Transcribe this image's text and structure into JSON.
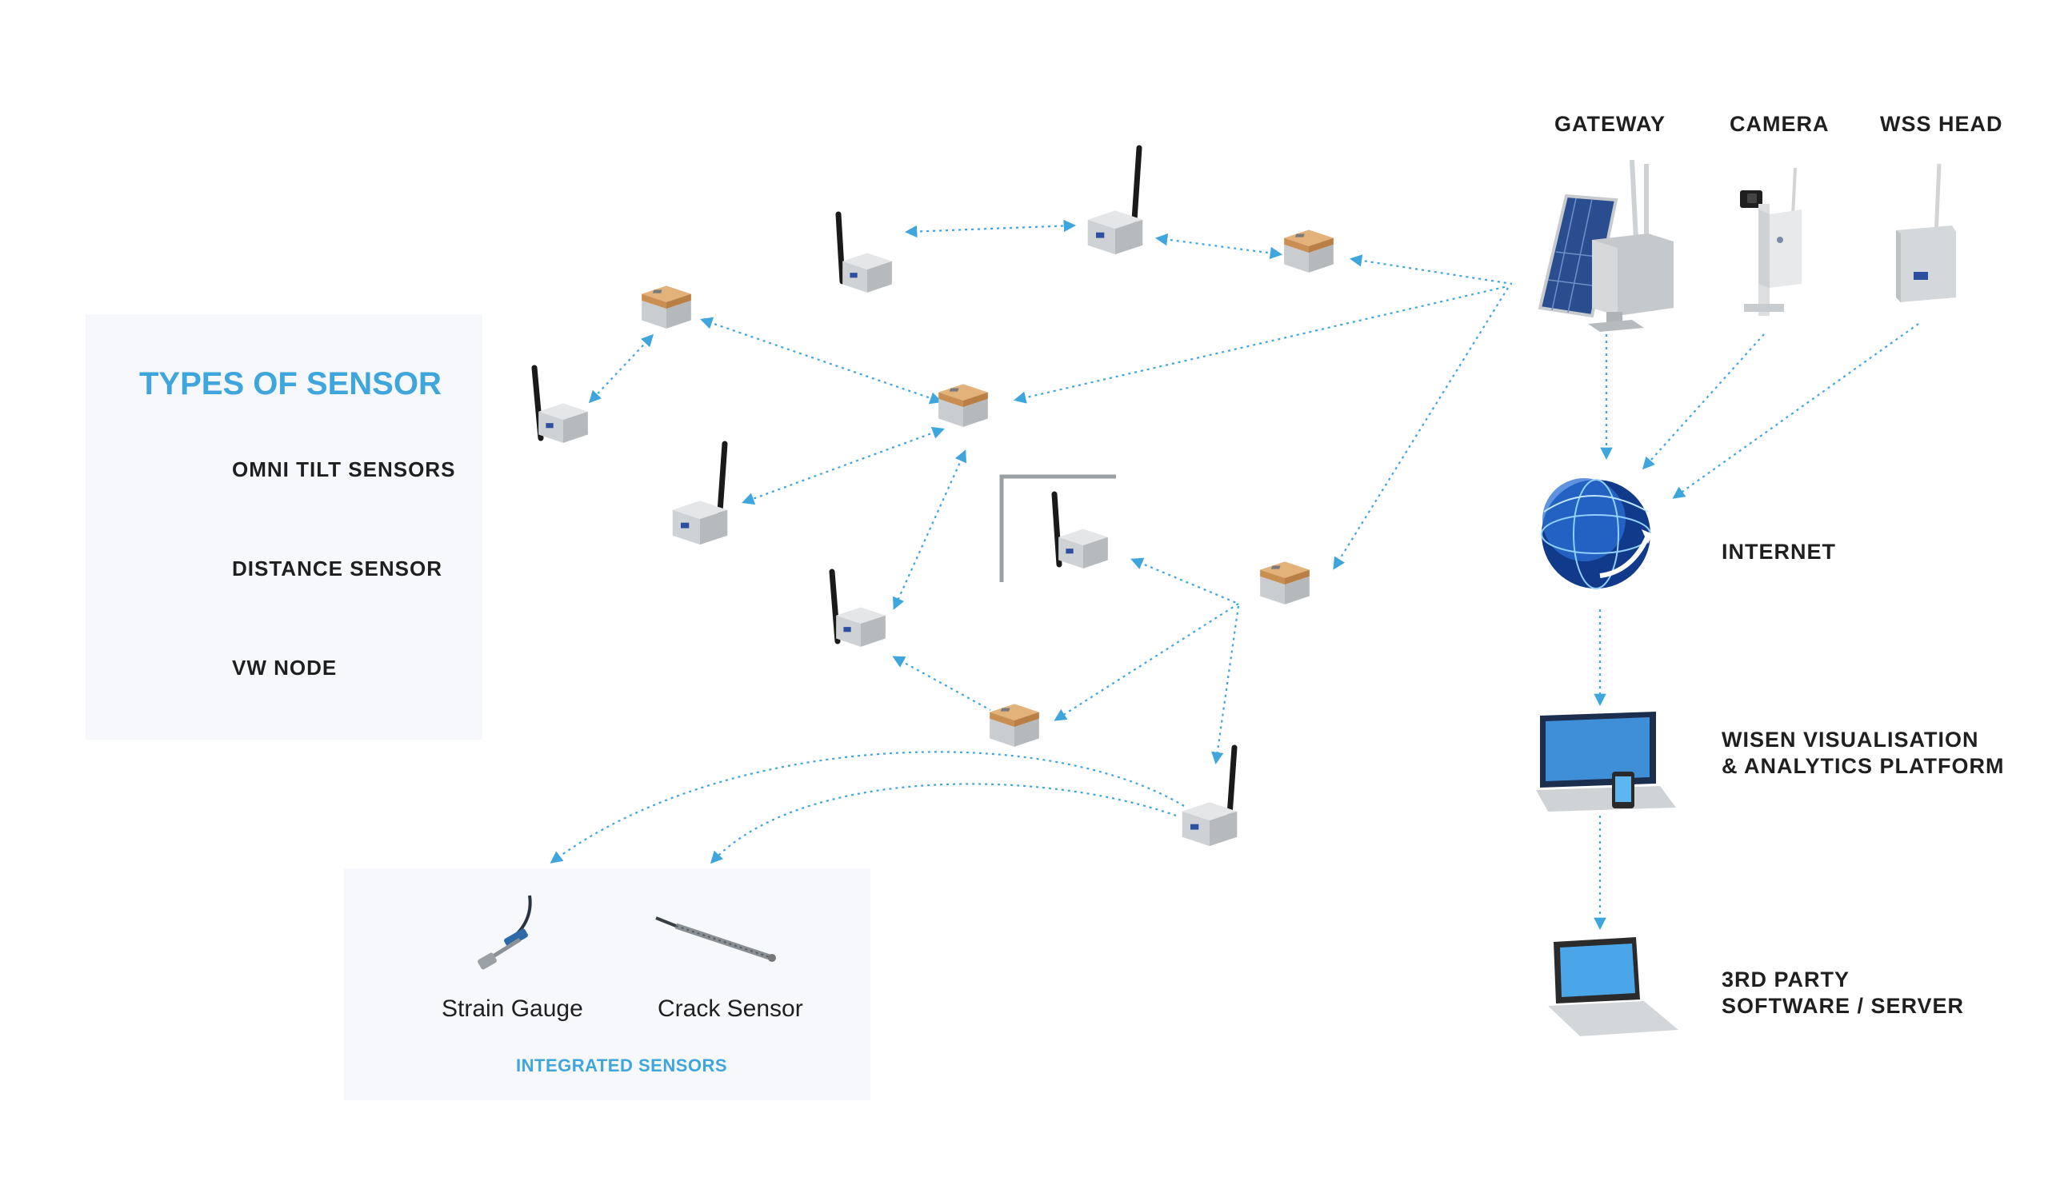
{
  "legend": {
    "title": "TYPES OF SENSOR",
    "items": [
      {
        "label": "OMNI TILT SENSORS",
        "icon": "omni-tilt-sensor-icon"
      },
      {
        "label": "DISTANCE SENSOR",
        "icon": "distance-sensor-icon"
      },
      {
        "label": "VW NODE",
        "icon": "vw-node-icon"
      }
    ]
  },
  "top_devices": {
    "gateway": "GATEWAY",
    "camera": "CAMERA",
    "wss_head": "WSS HEAD"
  },
  "pipeline": {
    "internet": "INTERNET",
    "platform_line1": "WISEN VISUALISATION",
    "platform_line2": "& ANALYTICS PLATFORM",
    "third_party_line1": "3RD PARTY",
    "third_party_line2": "SOFTWARE / SERVER"
  },
  "integrated": {
    "strain_gauge": "Strain Gauge",
    "crack_sensor": "Crack Sensor",
    "caption": "INTEGRATED SENSORS"
  },
  "colors": {
    "accent": "#3ea6dc",
    "panel": "#f6f8fb",
    "omni_top": "#d9a46a",
    "box_gray": "#cfd3d6",
    "antenna": "#1a1a1a"
  }
}
